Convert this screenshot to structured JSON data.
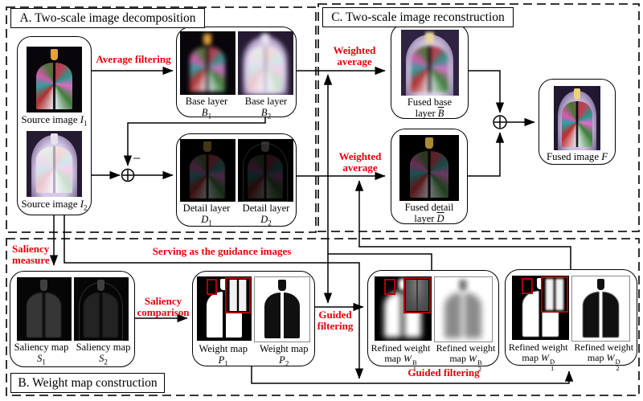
{
  "colors": {
    "accent_red": "#e8000b",
    "line": "#000000",
    "background": "#ffffff",
    "inset_red": "#ae0007"
  },
  "sections": {
    "a": {
      "title": "A. Two-scale image decomposition"
    },
    "b": {
      "title": "B. Weight map construction"
    },
    "c": {
      "title": "C. Two-scale image reconstruction"
    }
  },
  "operators": {
    "minus": "−",
    "sum": "⊕"
  },
  "red_labels": {
    "average_filtering": "Average filtering",
    "weighted_average_base": {
      "line1": "Weighted",
      "line2": "average"
    },
    "weighted_average_detail": {
      "line1": "Weighted",
      "line2": "average"
    },
    "saliency_measure": {
      "line1": "Saliency",
      "line2": "measure"
    },
    "serving": "Serving as the guidance images",
    "saliency_comparison": {
      "line1": "Saliency",
      "line2": "comparison"
    },
    "guided_filtering_left": {
      "line1": "Guided",
      "line2": "filtering"
    },
    "guided_filtering_bottom": "Guided filtering"
  },
  "nodes": {
    "source1": {
      "label": "Source image",
      "var": "I",
      "sub": "1"
    },
    "source2": {
      "label": "Source image",
      "var": "I",
      "sub": "2"
    },
    "base1": {
      "line1": "Base layer",
      "var": "B",
      "sub": "1"
    },
    "base2": {
      "line1": "Base layer",
      "var": "B",
      "sub": "2"
    },
    "detail1": {
      "line1": "Detail layer",
      "var": "D",
      "sub": "1"
    },
    "detail2": {
      "line1": "Detail layer",
      "var": "D",
      "sub": "2"
    },
    "fused_base": {
      "line1": "Fused base",
      "line2": "layer",
      "var": "B"
    },
    "fused_detail": {
      "line1": "Fused detail",
      "line2": "layer",
      "var": "D"
    },
    "fused_image": {
      "label": "Fused image",
      "var": "F"
    },
    "saliency1": {
      "line1": "Saliency map",
      "var": "S",
      "sub": "1"
    },
    "saliency2": {
      "line1": "Saliency map",
      "var": "S",
      "sub": "2"
    },
    "weight1": {
      "line1": "Weight map",
      "var": "P",
      "sub": "1"
    },
    "weight2": {
      "line1": "Weight map",
      "var": "P",
      "sub": "2"
    },
    "refined_b1": {
      "line1": "Refined weight",
      "line2": "map",
      "var": "W",
      "sub": "1",
      "sup": "B"
    },
    "refined_b2": {
      "line1": "Refined weight",
      "line2": "map",
      "var": "W",
      "sub": "2",
      "sup": "B"
    },
    "refined_d1": {
      "line1": "Refined weight",
      "line2": "map",
      "var": "W",
      "sub": "1",
      "sup": "D"
    },
    "refined_d2": {
      "line1": "Refined weight",
      "line2": "map",
      "var": "W",
      "sub": "2",
      "sup": "D"
    }
  }
}
